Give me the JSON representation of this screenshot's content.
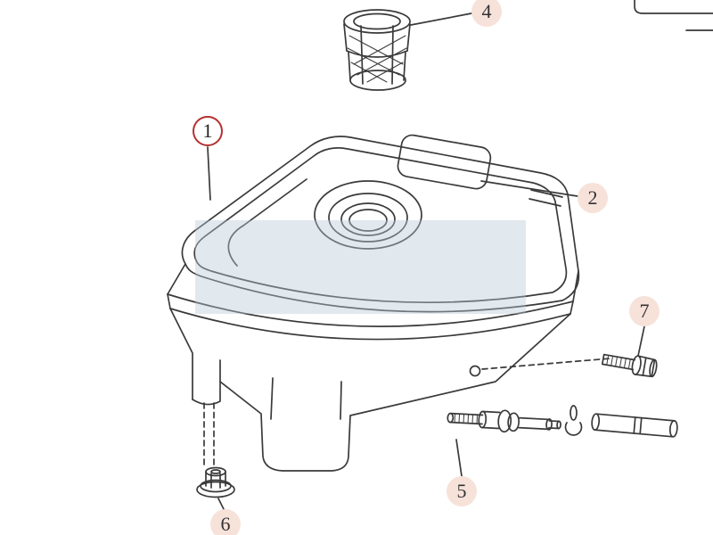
{
  "callouts": {
    "c1": {
      "label": "1"
    },
    "c2": {
      "label": "2"
    },
    "c4": {
      "label": "4"
    },
    "c5": {
      "label": "5"
    },
    "c6": {
      "label": "6"
    },
    "c7": {
      "label": "7"
    }
  },
  "colors": {
    "background": "#ffffff",
    "line": "#3a3a3a",
    "callout_ring": "#b53030",
    "callout_bg": "#f7e2da",
    "highlight": "#b8c8d6"
  }
}
